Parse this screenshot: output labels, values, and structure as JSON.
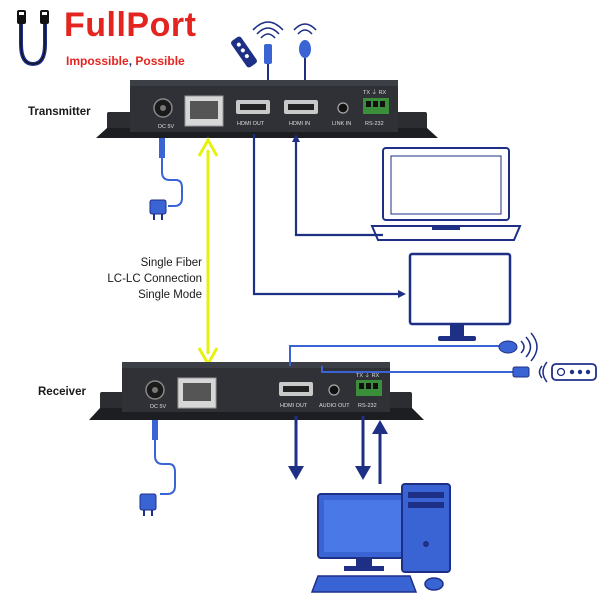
{
  "brand": {
    "name": "FullPort",
    "tagline_part1": "Impossible",
    "tagline_sep": ", ",
    "tagline_part2": "Possible"
  },
  "labels": {
    "transmitter": "Transmitter",
    "receiver": "Receiver"
  },
  "fiber": {
    "line1": "Single Fiber",
    "line2": "LC-LC Connection",
    "line3": "Single Mode"
  },
  "transmitter_ports": {
    "dc": "DC 5V",
    "hdmi_out": "HDMI OUT",
    "hdmi_in": "HDMI IN",
    "link": "LINK IN",
    "rs_pins": "TX ⏚ RX",
    "rs": "RS-232"
  },
  "receiver_ports": {
    "dc": "DC 5V",
    "hdmi_out": "HDMI OUT",
    "audio": "AUDIO OUT",
    "rs_pins": "TX ⏚ RX",
    "rs": "RS-232"
  },
  "colors": {
    "cable": "#1e2f86",
    "fiber": "#e6f20e",
    "device": "#2b2d31",
    "brand_red": "#e3241f",
    "brand_blue": "#1e2f86"
  }
}
